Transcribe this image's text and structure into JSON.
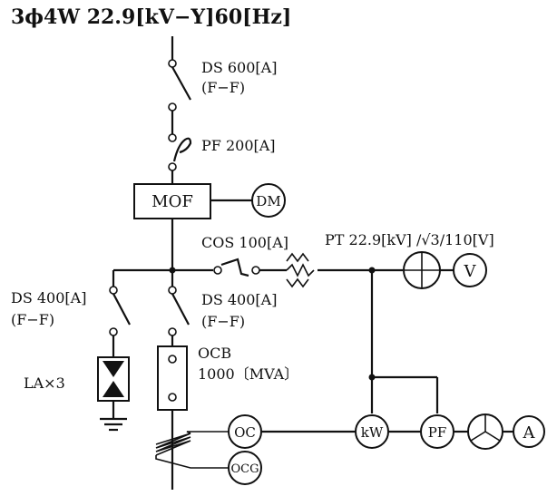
{
  "title": "3ϕ4W 22.9[kV−Y]60[Hz]",
  "labels": {
    "ds_main": "DS 600[A]",
    "ds_main_sub": "(F−F)",
    "pf": "PF 200[A]",
    "mof": "MOF",
    "dm": "DM",
    "cos": "COS 100[A]",
    "pt": "PT 22.9[kV] /√3/110[V]",
    "v": "V",
    "ds_left": "DS 400[A]",
    "ds_left_sub": "(F−F)",
    "ds_right": "DS 400[A]",
    "ds_right_sub": "(F−F)",
    "la": "LA×3",
    "ocb": "OCB",
    "ocb_sub": "1000〔MVA〕",
    "oc": "OC",
    "ocg": "OCG",
    "kw": "kW",
    "pf_meter": "PF",
    "a": "A"
  }
}
